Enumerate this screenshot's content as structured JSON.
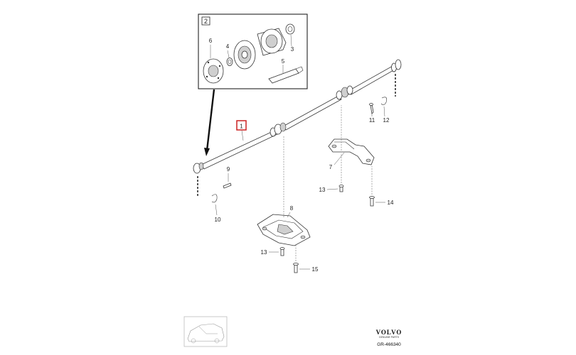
{
  "callouts": {
    "c1": "1",
    "c2": "2",
    "c3": "3",
    "c4": "4",
    "c5": "5",
    "c6": "6",
    "c7": "7",
    "c8": "8",
    "c9": "9",
    "c10": "10",
    "c11": "11",
    "c12": "12",
    "c13a": "13",
    "c13b": "13",
    "c14": "14",
    "c15": "15"
  },
  "highlight_color": "#cc2222",
  "brand": {
    "name": "VOLVO",
    "sub": "GENUINE PARTS"
  },
  "reference": "GR-466340",
  "icons": [
    "car-thumbnail-icon",
    "volvo-logo"
  ]
}
